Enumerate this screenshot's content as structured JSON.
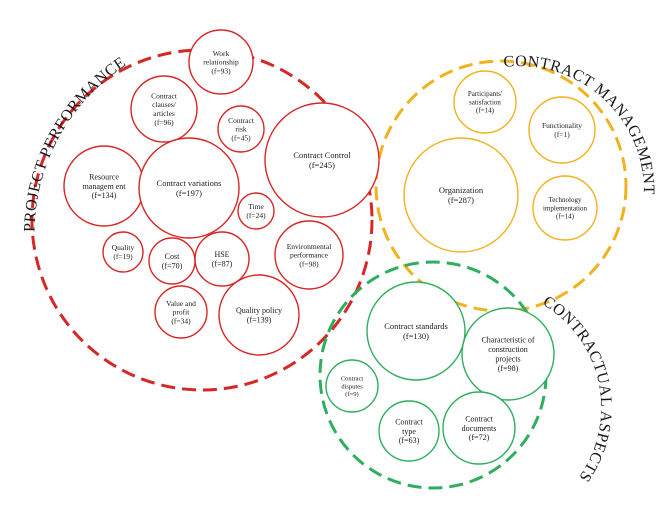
{
  "groups": [
    {
      "key": "pp",
      "title": "PROJECT PERFORMANCE",
      "color": "#d72626",
      "items": [
        {
          "key": "work",
          "lines": [
            "Work",
            "relationship",
            "(f=93)"
          ]
        },
        {
          "key": "clauses",
          "lines": [
            "Contract",
            "clauses/",
            "articles",
            "(f=96)"
          ]
        },
        {
          "key": "risk",
          "lines": [
            "Contract",
            "risk",
            "(f=45)"
          ]
        },
        {
          "key": "control",
          "lines": [
            "Contract Control",
            "(f=245)"
          ]
        },
        {
          "key": "resource",
          "lines": [
            "Resource",
            "managem ent",
            "(f=134)"
          ]
        },
        {
          "key": "variations",
          "lines": [
            "Contract variations",
            "(f=197)"
          ]
        },
        {
          "key": "time",
          "lines": [
            "Time",
            "(f=24)"
          ]
        },
        {
          "key": "quality",
          "lines": [
            "Quality",
            "(f=19)"
          ]
        },
        {
          "key": "cost",
          "lines": [
            "Cost",
            "(f=70)"
          ]
        },
        {
          "key": "hse",
          "lines": [
            "HSE",
            "(f=87)"
          ]
        },
        {
          "key": "env",
          "lines": [
            "Environmental",
            "performance",
            "(f=98)"
          ]
        },
        {
          "key": "value",
          "lines": [
            "Value and",
            "profit",
            "(f=34)"
          ]
        },
        {
          "key": "qpolicy",
          "lines": [
            "Quality policy",
            "(f=139)"
          ]
        }
      ]
    },
    {
      "key": "cm",
      "title": "CONTRACT MANAGEMENT",
      "color": "#f0b21e",
      "items": [
        {
          "key": "participants",
          "lines": [
            "Participants'",
            "satisfaction",
            "(f=14)"
          ]
        },
        {
          "key": "functionality",
          "lines": [
            "Functionality",
            "(f=1)"
          ]
        },
        {
          "key": "organization",
          "lines": [
            "Organization",
            "(f=287)"
          ]
        },
        {
          "key": "tech",
          "lines": [
            "Technology",
            "implementation",
            "(f=14)"
          ]
        }
      ]
    },
    {
      "key": "ca",
      "title": "CONTRACTUAL ASPECTS",
      "color": "#2fae5f",
      "items": [
        {
          "key": "standards",
          "lines": [
            "Contract standards",
            "(f=130)"
          ]
        },
        {
          "key": "characteristic",
          "lines": [
            "Characteristic of",
            "construction",
            "projects",
            "(f=98)"
          ]
        },
        {
          "key": "disputes",
          "lines": [
            "Contract",
            "disputes",
            "(f=9)"
          ]
        },
        {
          "key": "type",
          "lines": [
            "Contract",
            "type",
            "(f=63)"
          ]
        },
        {
          "key": "documents",
          "lines": [
            "Contract",
            "documents",
            "(f=72)"
          ]
        }
      ]
    }
  ]
}
